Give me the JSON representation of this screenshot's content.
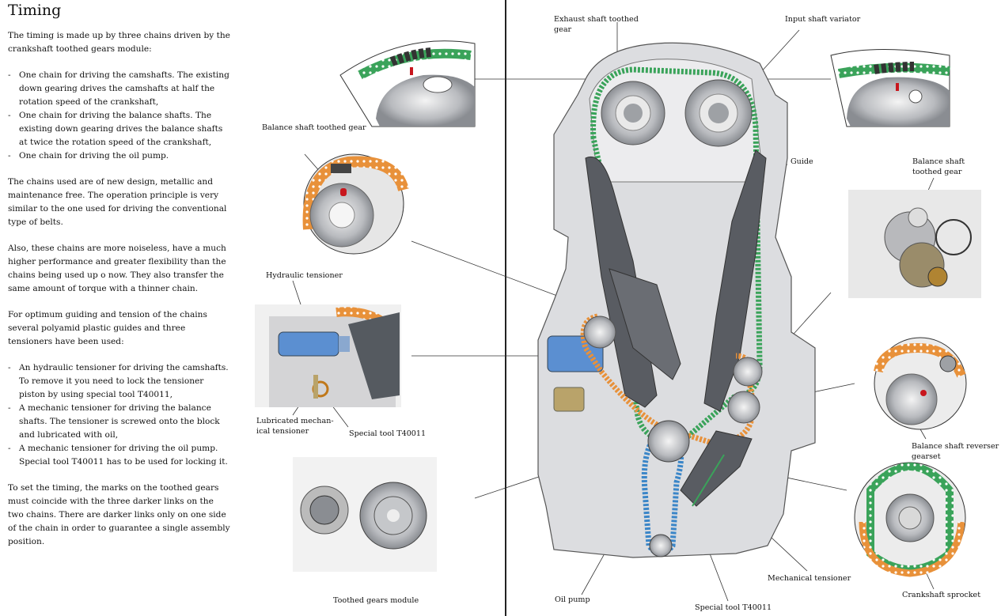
{
  "title": "Timing",
  "intro": "The timing is made up by three chains driven by the crankshaft toothed gears module:",
  "chains": [
    "One chain for driving the camshafts. The existing down gearing drives the camshafts at half the rotation speed of the crankshaft,",
    "One chain for driving the balance shafts. The existing down gearing drives the balance shafts at twice the rotation speed of the crankshaft,",
    "One chain for driving the oil pump."
  ],
  "para2": "The chains used are of new design, metallic and maintenance free. The operation principle is very similar to the one used for driving the conventional type of belts.",
  "para3": "Also, these chains are more noiseless, have a much higher performance and greater flexibility than the chains being used up o now. They also transfer the same amount of torque with a thinner chain.",
  "para4": "For optimum guiding and tension of the chains several polyamid plastic guides and three tensioners have been used:",
  "tensioners": [
    "An hydraulic tensioner for driving the camshafts. To remove it you need to lock the tensioner piston by using special tool T40011,",
    "A mechanic tensioner for driving the balance shafts. The tensioner is screwed onto the block and lubricated with oil,",
    "A mechanic tensioner for driving the oil pump. Special tool T40011 has to be used for locking it."
  ],
  "para5": "To set the timing, the marks on the toothed gears must coincide with the three darker links on the two chains. There are darker links only on one side of the chain in order to guarantee a single assembly position.",
  "labels": {
    "balance_gear_left": "Balance shaft toothed gear",
    "hydraulic_tensioner": "Hydraulic tensioner",
    "lubricated_tensioner_1": "Lubricated mechan-",
    "lubricated_tensioner_2": "ical tensioner",
    "special_tool_left": "Special tool T40011",
    "toothed_gears_module": "Toothed gears module",
    "exhaust_gear_1": "Exhaust shaft toothed",
    "exhaust_gear_2": "gear",
    "input_variator": "Input shaft variator",
    "guide": "Guide",
    "balance_gear_right_1": "Balance shaft",
    "balance_gear_right_2": "toothed gear",
    "reverser_1": "Balance shaft reverser",
    "reverser_2": "gearset",
    "oil_pump": "Oil pump",
    "mechanical_tensioner": "Mechanical tensioner",
    "special_tool_bottom": "Special tool T40011",
    "crank_sprocket": "Crankshaft sprocket"
  },
  "colors": {
    "cam_chain": "#3aa35a",
    "balance_chain": "#e8913a",
    "oil_chain": "#3b86c8",
    "engine_block": "#dcdde0",
    "guides": "#595c62",
    "tensioner_blue": "#5b8fd1",
    "mark_red": "#c8161d"
  }
}
